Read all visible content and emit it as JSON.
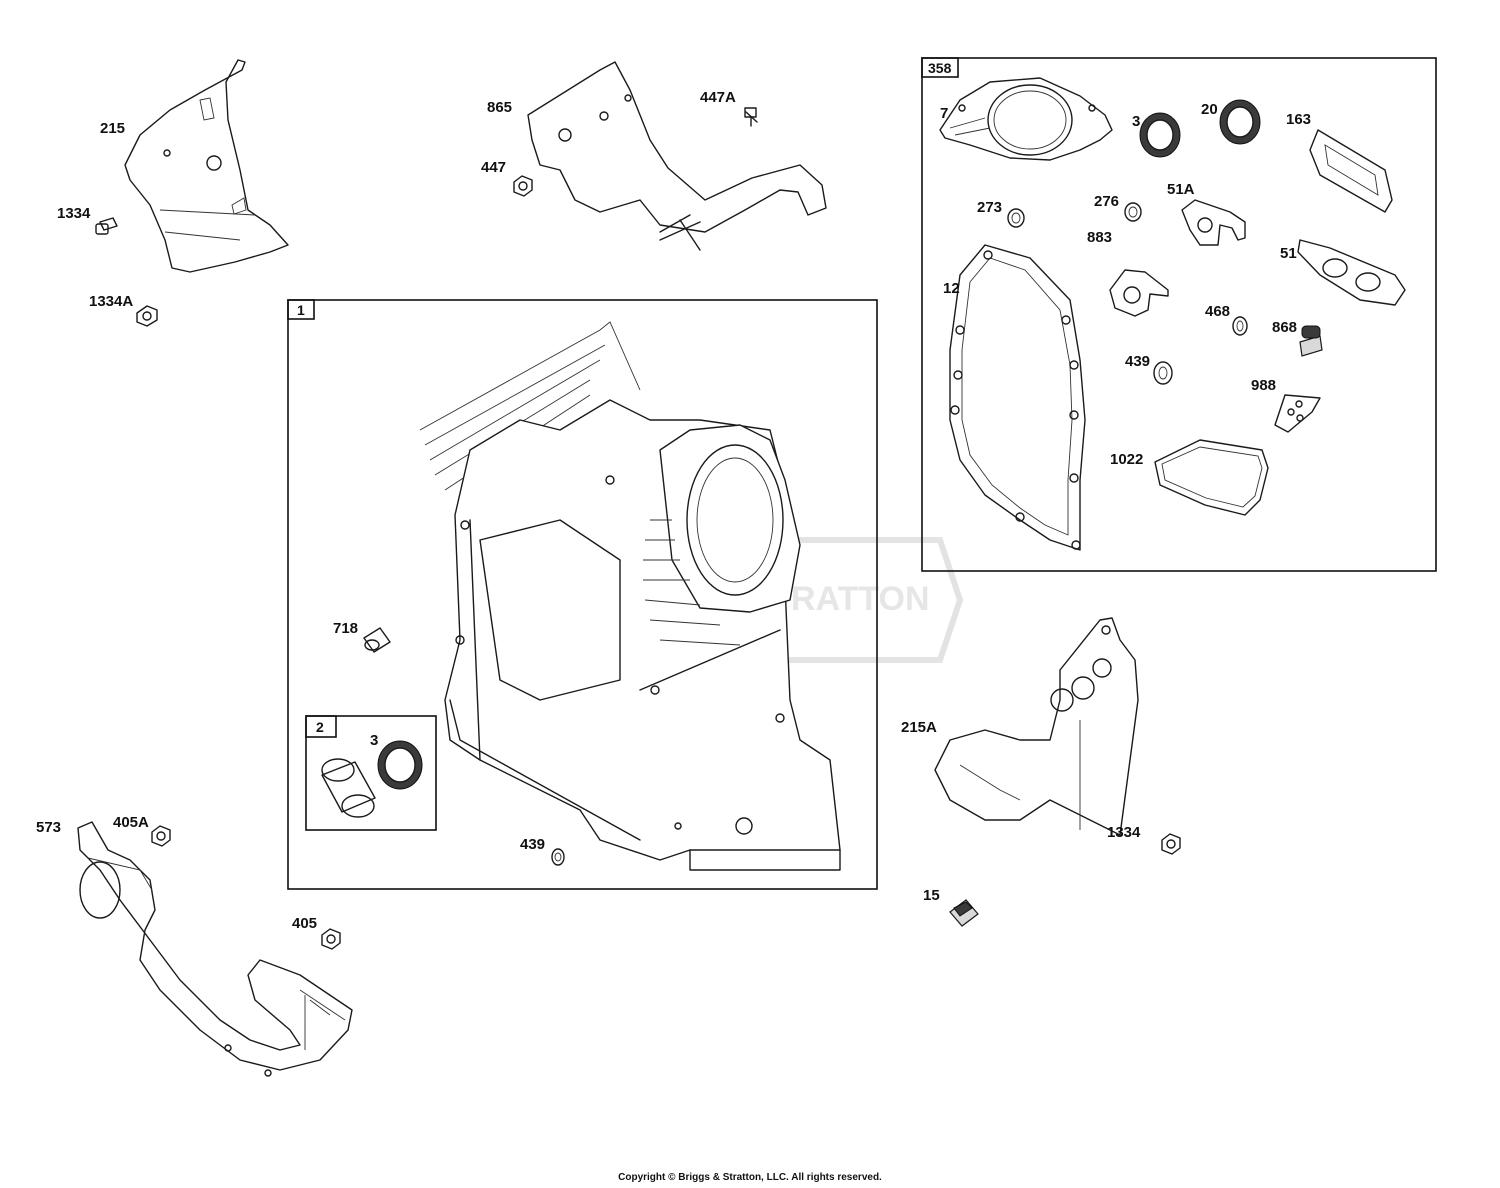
{
  "watermark": "BRIGGS & STRATTON",
  "copyright": "Copyright © Briggs & Stratton, LLC. All rights reserved.",
  "groups": {
    "g1": "1",
    "g2": "2",
    "g358": "358"
  },
  "callouts": {
    "c215": "215",
    "c1334_top": "1334",
    "c1334A": "1334A",
    "c865": "865",
    "c447A": "447A",
    "c447": "447",
    "c718": "718",
    "c3_kit": "3",
    "c439_main": "439",
    "c573": "573",
    "c405A": "405A",
    "c405": "405",
    "c215A": "215A",
    "c1334_right": "1334",
    "c15": "15",
    "c7": "7",
    "c3_gasket": "3",
    "c20": "20",
    "c163": "163",
    "c273": "273",
    "c276": "276",
    "c51A": "51A",
    "c12": "12",
    "c883": "883",
    "c51": "51",
    "c468": "468",
    "c868": "868",
    "c439_gasket": "439",
    "c988": "988",
    "c1022": "1022"
  }
}
